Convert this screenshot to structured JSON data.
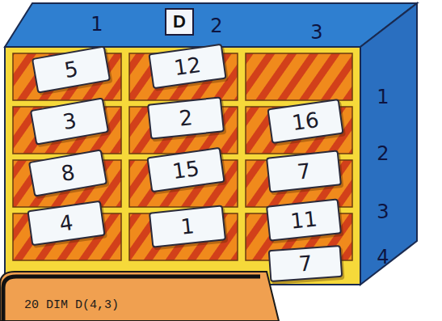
{
  "diagram": {
    "nodes": [
      {
        "text": [
          "D"
        ]
      },
      {
        "text": [
          "5"
        ]
      },
      {
        "text": [
          "12"
        ]
      },
      {
        "text": [
          "16"
        ]
      },
      {
        "text": [
          "3"
        ]
      },
      {
        "text": [
          "2"
        ]
      },
      {
        "text": [
          "7"
        ]
      },
      {
        "text": [
          "8"
        ]
      },
      {
        "text": [
          "15"
        ]
      },
      {
        "text": [
          "11"
        ]
      },
      {
        "text": [
          "4"
        ]
      },
      {
        "text": [
          "1"
        ]
      },
      {
        "text": [
          "7"
        ]
      },
      {
        "text": [
          "20 DIM D(4,3)"
        ]
      }
    ],
    "labels": [
      "1",
      "2",
      "3",
      "1",
      "2",
      "3",
      "4"
    ]
  }
}
